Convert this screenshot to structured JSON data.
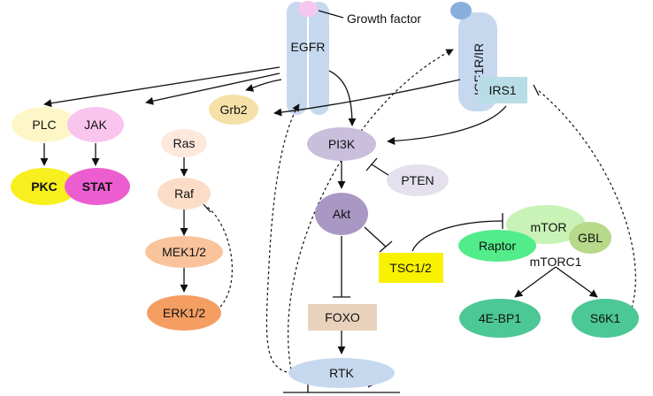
{
  "receptors": {
    "egfr": "EGFR",
    "igf1r": "IGF1R/IR",
    "growth_factor": "Growth factor"
  },
  "nodes": {
    "plc": "PLC",
    "pkc": "PKC",
    "jak": "JAK",
    "stat": "STAT",
    "grb2": "Grb2",
    "ras": "Ras",
    "raf": "Raf",
    "mek": "MEK1/2",
    "erk": "ERK1/2",
    "irs1": "IRS1",
    "pi3k": "PI3K",
    "pten": "PTEN",
    "akt": "Akt",
    "tsc": "TSC1/2",
    "mtor": "mTOR",
    "raptor": "Raptor",
    "gbl": "GBL",
    "mtorc1": "mTORC1",
    "ebp1": "4E-BP1",
    "s6k1": "S6K1",
    "foxo": "FOXO",
    "rtk": "RTK"
  },
  "colors": {
    "receptor": "#c6d8ee",
    "growth_factor": "#f7c6ee",
    "igf_ligand": "#8aaedc",
    "irs1": "#b9dde6",
    "plc": "#fdf7c8",
    "pkc": "#f8ef1e",
    "jak": "#f9c4ee",
    "stat": "#ec5ed0",
    "grb2": "#f5e0a8",
    "ras": "#fde8dc",
    "raf": "#fbdcc6",
    "mek": "#f9c49c",
    "erk": "#f59e62",
    "pi3k": "#c9bedc",
    "pten": "#e4e0ee",
    "akt": "#a997c4",
    "tsc": "#f8f200",
    "mtor": "#c8f2b6",
    "raptor": "#52ec8a",
    "gbl": "#b6d98a",
    "ebp1": "#4cc796",
    "s6k1": "#4cc796",
    "foxo": "#e9d2bc",
    "rtk": "#c6d8ee"
  }
}
